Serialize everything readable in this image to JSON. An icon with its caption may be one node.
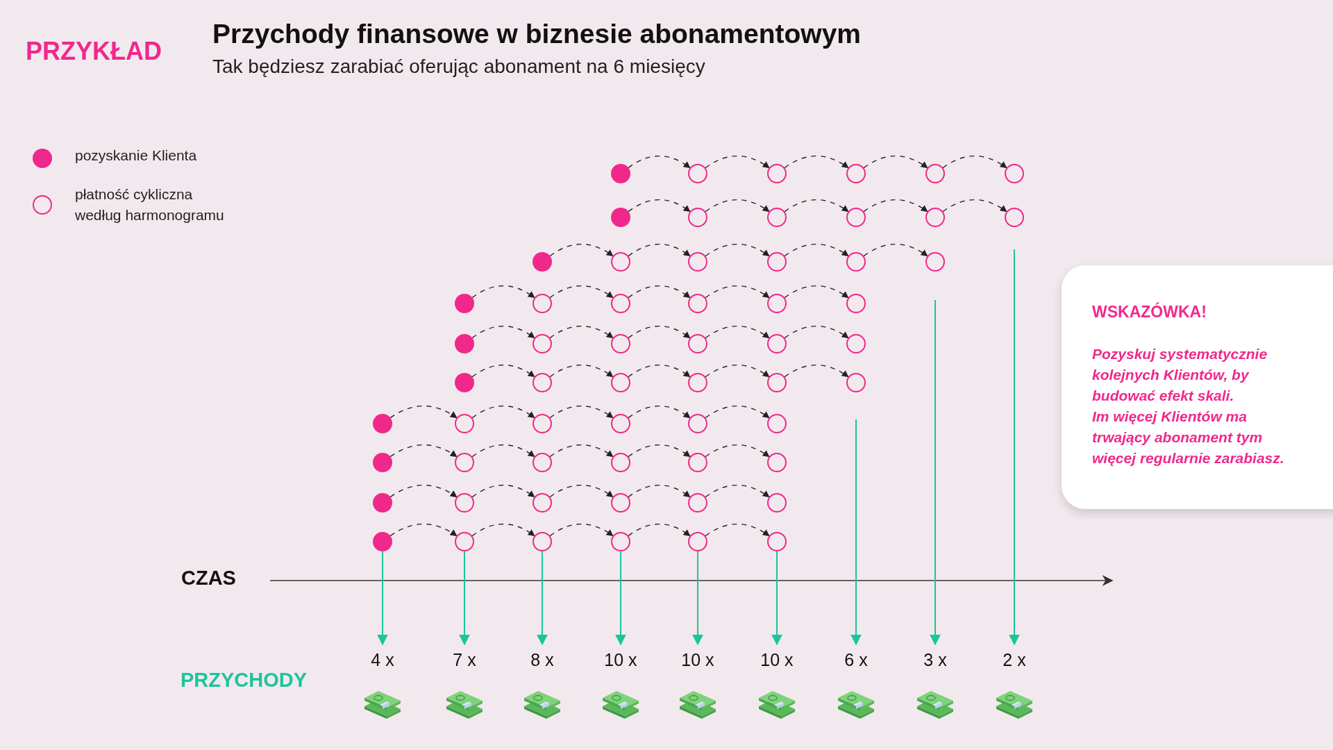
{
  "diagram": {
    "title": "Przychody finansowe w biznesie abonamentowym",
    "nodes": [
      {
        "text": [],
        "shape": "circle"
      },
      {
        "text": [],
        "shape": "circle"
      },
      {
        "text": [],
        "shape": "circle"
      },
      {
        "text": [],
        "shape": "circle"
      },
      {
        "text": [],
        "shape": "circle"
      },
      {
        "text": [],
        "shape": "circle"
      },
      {
        "text": [],
        "shape": "circle"
      },
      {
        "text": [],
        "shape": "circle"
      },
      {
        "text": [],
        "shape": "circle"
      },
      {
        "text": [],
        "shape": "circle"
      },
      {
        "text": [],
        "shape": "circle"
      },
      {
        "text": [],
        "shape": "circle"
      },
      {
        "text": [],
        "shape": "circle"
      },
      {
        "text": [],
        "shape": "circle"
      },
      {
        "text": [],
        "shape": "circle"
      },
      {
        "text": [],
        "shape": "circle"
      },
      {
        "text": [],
        "shape": "circle"
      },
      {
        "text": [],
        "shape": "circle"
      },
      {
        "text": [],
        "shape": "circle"
      },
      {
        "text": [],
        "shape": "circle"
      },
      {
        "text": [],
        "shape": "circle"
      },
      {
        "text": [],
        "shape": "circle"
      },
      {
        "text": [],
        "shape": "circle"
      },
      {
        "text": [],
        "shape": "circle"
      },
      {
        "text": [],
        "shape": "circle"
      },
      {
        "text": [],
        "shape": "circle"
      },
      {
        "text": [],
        "shape": "circle"
      },
      {
        "text": [],
        "shape": "circle"
      },
      {
        "text": [],
        "shape": "circle"
      },
      {
        "text": [],
        "shape": "circle"
      },
      {
        "text": [],
        "shape": "circle"
      },
      {
        "text": [],
        "shape": "circle"
      },
      {
        "text": [],
        "shape": "circle"
      },
      {
        "text": [],
        "shape": "circle"
      },
      {
        "text": [],
        "shape": "circle"
      },
      {
        "text": [],
        "shape": "circle"
      },
      {
        "text": [],
        "shape": "circle"
      },
      {
        "text": [],
        "shape": "circle"
      },
      {
        "text": [],
        "shape": "circle"
      },
      {
        "text": [],
        "shape": "circle"
      },
      {
        "text": [],
        "shape": "circle"
      },
      {
        "text": [],
        "shape": "circle"
      },
      {
        "text": [],
        "shape": "circle"
      },
      {
        "text": [],
        "shape": "circle"
      },
      {
        "text": [],
        "shape": "circle"
      },
      {
        "text": [],
        "shape": "circle"
      },
      {
        "text": [],
        "shape": "circle"
      },
      {
        "text": [],
        "shape": "circle"
      },
      {
        "text": [],
        "shape": "circle"
      },
      {
        "text": [],
        "shape": "circle"
      },
      {
        "text": [],
        "shape": "circle"
      },
      {
        "text": [],
        "shape": "circle"
      },
      {
        "text": [],
        "shape": "circle"
      },
      {
        "text": [],
        "shape": "circle"
      },
      {
        "text": [],
        "shape": "circle"
      },
      {
        "text": [],
        "shape": "circle"
      },
      {
        "text": [],
        "shape": "circle"
      },
      {
        "text": [],
        "shape": "circle"
      },
      {
        "text": [],
        "shape": "circle"
      },
      {
        "text": [],
        "shape": "circle"
      },
      {
        "text": [
          "4 x"
        ]
      },
      {
        "text": [
          "7 x"
        ]
      },
      {
        "text": [
          "8 x"
        ]
      },
      {
        "text": [
          "10 x"
        ]
      },
      {
        "text": [
          "10 x"
        ]
      },
      {
        "text": [
          "10 x"
        ]
      },
      {
        "text": [
          "6 x"
        ]
      },
      {
        "text": [
          "3 x"
        ]
      },
      {
        "text": [
          "2 x"
        ]
      },
      {
        "text": [
          "WSKAZÓWKA!",
          "Pozyskuj systematycznie kolejnych Klientów, by budować efekt skali.",
          "Im więcej Klientów ma trwający abonament tym więcej regularnie zarabiasz."
        ]
      }
    ],
    "edges": [
      {
        "from": 0,
        "to": 1,
        "arrow": "to",
        "style": "dashed"
      },
      {
        "from": 1,
        "to": 2,
        "arrow": "to",
        "style": "dashed"
      },
      {
        "from": 2,
        "to": 3,
        "arrow": "to",
        "style": "dashed"
      },
      {
        "from": 3,
        "to": 4,
        "arrow": "to",
        "style": "dashed"
      },
      {
        "from": 4,
        "to": 5,
        "arrow": "to",
        "style": "dashed"
      },
      {
        "from": 6,
        "to": 7,
        "arrow": "to",
        "style": "dashed"
      },
      {
        "from": 7,
        "to": 8,
        "arrow": "to",
        "style": "dashed"
      },
      {
        "from": 8,
        "to": 9,
        "arrow": "to",
        "style": "dashed"
      },
      {
        "from": 9,
        "to": 10,
        "arrow": "to",
        "style": "dashed"
      },
      {
        "from": 10,
        "to": 11,
        "arrow": "to",
        "style": "dashed"
      },
      {
        "from": 12,
        "to": 13,
        "arrow": "to",
        "style": "dashed"
      },
      {
        "from": 13,
        "to": 14,
        "arrow": "to",
        "style": "dashed"
      },
      {
        "from": 14,
        "to": 15,
        "arrow": "to",
        "style": "dashed"
      },
      {
        "from": 15,
        "to": 16,
        "arrow": "to",
        "style": "dashed"
      },
      {
        "from": 16,
        "to": 17,
        "arrow": "to",
        "style": "dashed"
      },
      {
        "from": 18,
        "to": 19,
        "arrow": "to",
        "style": "dashed"
      },
      {
        "from": 19,
        "to": 20,
        "arrow": "to",
        "style": "dashed"
      },
      {
        "from": 20,
        "to": 21,
        "arrow": "to",
        "style": "dashed"
      },
      {
        "from": 21,
        "to": 22,
        "arrow": "to",
        "style": "dashed"
      },
      {
        "from": 22,
        "to": 23,
        "arrow": "to",
        "style": "dashed"
      },
      {
        "from": 24,
        "to": 25,
        "arrow": "to",
        "style": "dashed"
      },
      {
        "from": 25,
        "to": 26,
        "arrow": "to",
        "style": "dashed"
      },
      {
        "from": 26,
        "to": 27,
        "arrow": "to",
        "style": "dashed"
      },
      {
        "from": 27,
        "to": 28,
        "arrow": "to",
        "style": "dashed"
      },
      {
        "from": 28,
        "to": 29,
        "arrow": "to",
        "style": "dashed"
      },
      {
        "from": 30,
        "to": 31,
        "arrow": "to",
        "style": "dashed"
      },
      {
        "from": 31,
        "to": 32,
        "arrow": "to",
        "style": "dashed"
      },
      {
        "from": 32,
        "to": 33,
        "arrow": "to",
        "style": "dashed"
      },
      {
        "from": 33,
        "to": 34,
        "arrow": "to",
        "style": "dashed"
      },
      {
        "from": 34,
        "to": 35,
        "arrow": "to",
        "style": "dashed"
      },
      {
        "from": 36,
        "to": 37,
        "arrow": "to",
        "style": "dashed"
      },
      {
        "from": 37,
        "to": 38,
        "arrow": "to",
        "style": "dashed"
      },
      {
        "from": 38,
        "to": 39,
        "arrow": "to",
        "style": "dashed"
      },
      {
        "from": 39,
        "to": 40,
        "arrow": "to",
        "style": "dashed"
      },
      {
        "from": 40,
        "to": 41,
        "arrow": "to",
        "style": "dashed"
      },
      {
        "from": 42,
        "to": 43,
        "arrow": "to",
        "style": "dashed"
      },
      {
        "from": 43,
        "to": 44,
        "arrow": "to",
        "style": "dashed"
      },
      {
        "from": 44,
        "to": 45,
        "arrow": "to",
        "style": "dashed"
      },
      {
        "from": 45,
        "to": 46,
        "arrow": "to",
        "style": "dashed"
      },
      {
        "from": 46,
        "to": 47,
        "arrow": "to",
        "style": "dashed"
      },
      {
        "from": 48,
        "to": 49,
        "arrow": "to",
        "style": "dashed"
      },
      {
        "from": 49,
        "to": 50,
        "arrow": "to",
        "style": "dashed"
      },
      {
        "from": 50,
        "to": 51,
        "arrow": "to",
        "style": "dashed"
      },
      {
        "from": 51,
        "to": 52,
        "arrow": "to",
        "style": "dashed"
      },
      {
        "from": 52,
        "to": 53,
        "arrow": "to",
        "style": "dashed"
      },
      {
        "from": 54,
        "to": 55,
        "arrow": "to",
        "style": "dashed"
      },
      {
        "from": 55,
        "to": 56,
        "arrow": "to",
        "style": "dashed"
      },
      {
        "from": 56,
        "to": 57,
        "arrow": "to",
        "style": "dashed"
      },
      {
        "from": 57,
        "to": 58,
        "arrow": "to",
        "style": "dashed"
      },
      {
        "from": 58,
        "to": 59,
        "arrow": "to",
        "style": "dashed"
      },
      {
        "from": 54,
        "to": 60,
        "arrow": "to",
        "color": "#1cc49c"
      },
      {
        "from": 55,
        "to": 61,
        "arrow": "to",
        "color": "#1cc49c"
      },
      {
        "from": 56,
        "to": 62,
        "arrow": "to",
        "color": "#1cc49c"
      },
      {
        "from": 57,
        "to": 63,
        "arrow": "to",
        "color": "#1cc49c"
      },
      {
        "from": 58,
        "to": 64,
        "arrow": "to",
        "color": "#1cc49c"
      },
      {
        "from": 59,
        "to": 65,
        "arrow": "to",
        "color": "#1cc49c"
      },
      {
        "from": null,
        "to": 66,
        "arrow": "to",
        "color": "#1cc49c"
      },
      {
        "from": null,
        "to": 67,
        "arrow": "to",
        "color": "#1cc49c"
      },
      {
        "from": null,
        "to": 68,
        "arrow": "to",
        "color": "#1cc49c"
      }
    ],
    "labels": [
      "PRZYKŁAD",
      "Tak będziesz zarabiać oferując abonament na 6 miesięcy",
      "CZAS",
      "PRZYCHODY"
    ],
    "legend": [
      {
        "text": "pozyskanie Klienta",
        "color": "#f0288c"
      },
      {
        "text": "płatność cykliczna według harmonogramu"
      }
    ]
  }
}
